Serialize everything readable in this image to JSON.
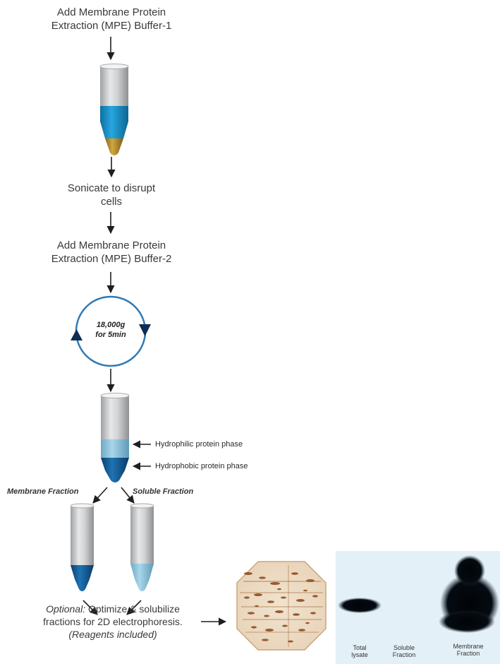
{
  "steps": {
    "step1": [
      "Add Membrane Protein",
      "Extraction (MPE) Buffer-1"
    ],
    "step2": [
      "Sonicate to disrupt",
      "cells"
    ],
    "step3": [
      "Add Membrane Protein",
      "Extraction (MPE) Buffer-2"
    ],
    "centrifuge": [
      "18,000g",
      "for 5min"
    ]
  },
  "phases": {
    "hydrophilic": "Hydrophilic protein phase",
    "hydrophobic": "Hydrophobic protein phase"
  },
  "fractions": {
    "membrane": "Membrane Fraction",
    "soluble": "Soluble Fraction"
  },
  "final": {
    "optional_prefix": "Optional:",
    "line1_rest": " Optimize & solubilize",
    "line2": "fractions for 2D electrophoresis.",
    "line3": "(Reagents included)"
  },
  "blot_lanes": [
    [
      "Total",
      "lysate"
    ],
    [
      "Soluble",
      "Fraction"
    ],
    [
      "Membrane",
      "Fraction"
    ]
  ],
  "colors": {
    "tube_gray": "#c9cbcd",
    "buffer_blue": "#1a93c9",
    "pellet_gold": "#b8902e",
    "light_blue": "#8ec6df",
    "dark_blue": "#155f9a",
    "gel_brown": "#9c5a22"
  }
}
